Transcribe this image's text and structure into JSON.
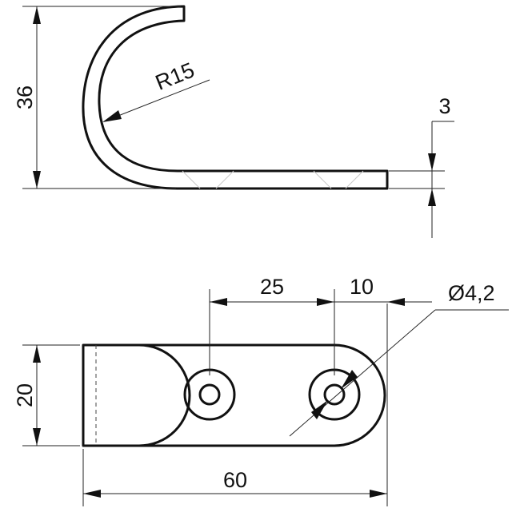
{
  "dimensions": {
    "height_36": "36",
    "radius": "R15",
    "thickness": "3",
    "hole_spacing": "25",
    "end_offset": "10",
    "hole_diameter": "Ø4,2",
    "width_20": "20",
    "length_60": "60"
  },
  "colors": {
    "line": "#111111",
    "background": "#ffffff"
  }
}
